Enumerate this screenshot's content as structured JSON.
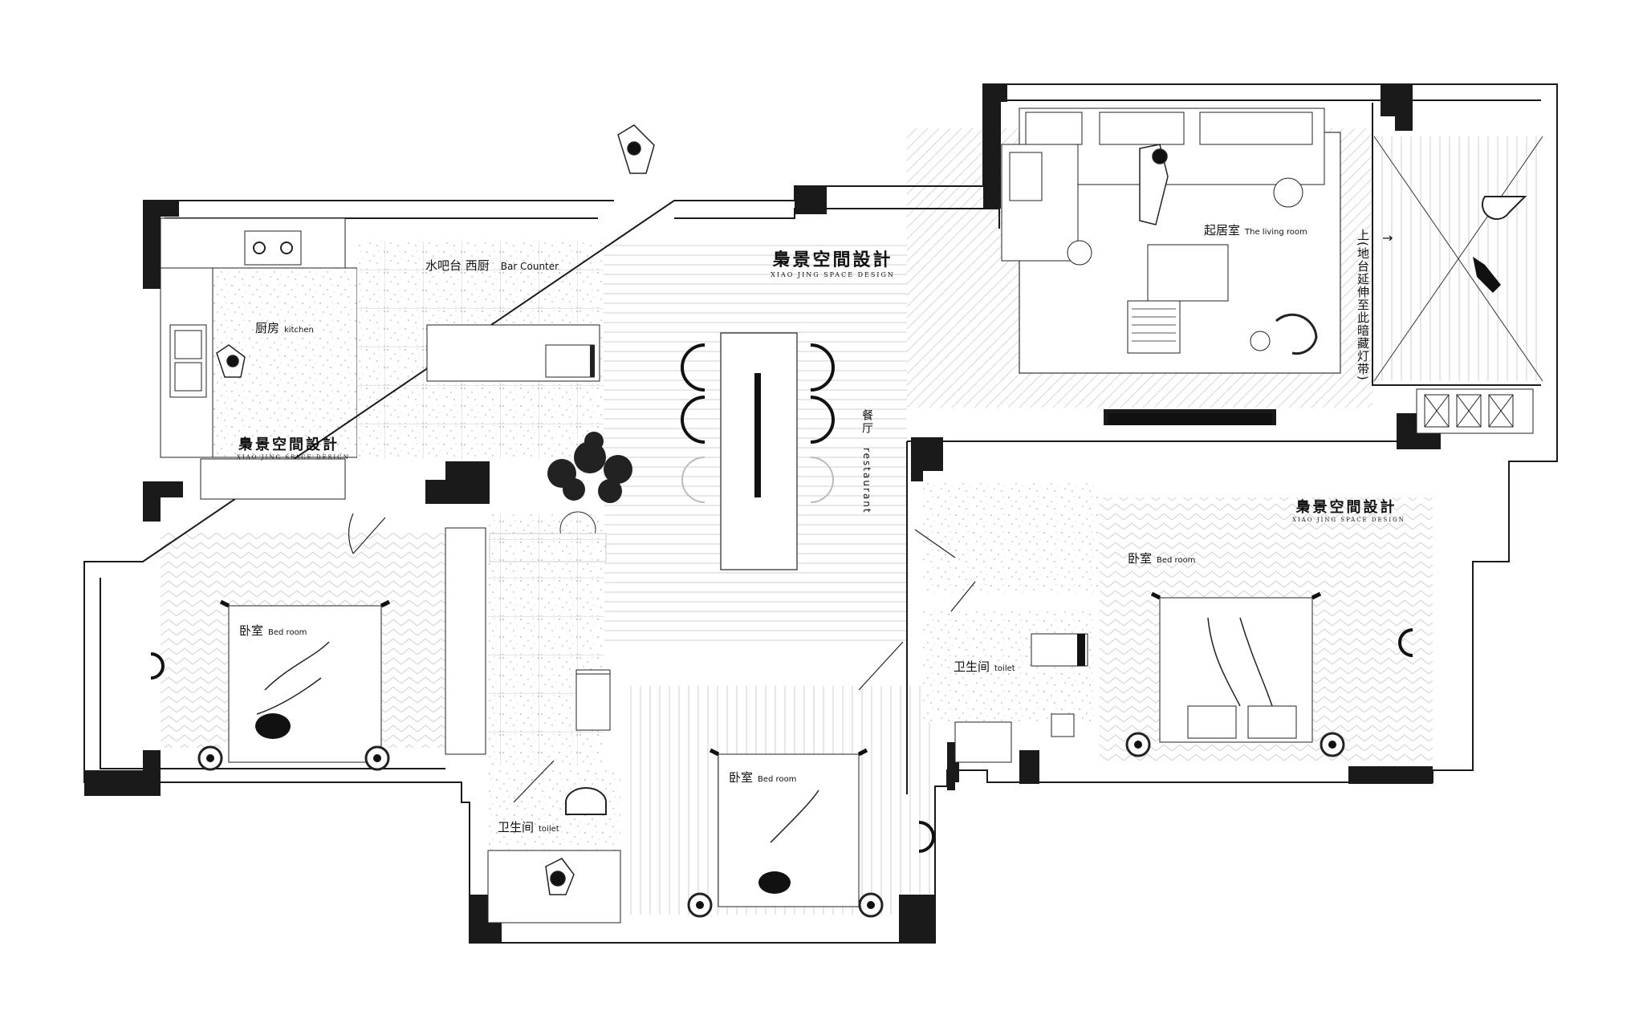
{
  "brand": {
    "name_zh": "梟景空間設計",
    "name_en": "XIAO JING SPACE DESIGN"
  },
  "rooms": {
    "kitchen": {
      "zh": "厨房",
      "en": "kitchen"
    },
    "bar": {
      "zh": "水吧台  西厨",
      "en": "Bar Counter"
    },
    "living": {
      "zh": "起居室",
      "en": "The living room"
    },
    "restaurant": {
      "zh": "餐厅",
      "en": "restaurant"
    },
    "bedroom_left": {
      "zh": "卧室",
      "en": "Bed room"
    },
    "bedroom_mid": {
      "zh": "卧室",
      "en": "Bed room"
    },
    "bedroom_right": {
      "zh": "卧室",
      "en": "Bed room"
    },
    "toilet_left": {
      "zh": "卫生间",
      "en": "toilet"
    },
    "toilet_right": {
      "zh": "卫生间",
      "en": "toilet"
    }
  },
  "balcony_note": {
    "arrow": "上",
    "text": "(地台延伸至此暗藏灯带)"
  },
  "colors": {
    "wall": "#1a1a1a",
    "line": "#222222",
    "hatch": "#c8c8c8",
    "floor_dot": "#bdbdbd"
  }
}
